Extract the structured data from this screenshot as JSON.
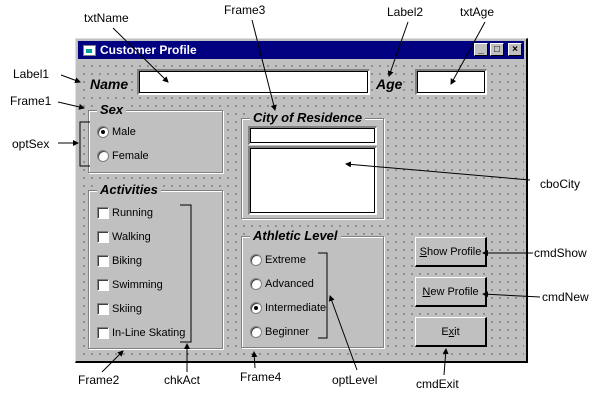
{
  "window": {
    "title": "Customer Profile",
    "controls": {
      "minimize": "_",
      "maximize": "□",
      "close": "×"
    }
  },
  "form": {
    "name_label": "Name",
    "name_value": "",
    "age_label": "Age",
    "age_value": "",
    "sex": {
      "title": "Sex",
      "options": [
        {
          "label": "Male",
          "selected": true
        },
        {
          "label": "Female",
          "selected": false
        }
      ]
    },
    "activities": {
      "title": "Activities",
      "items": [
        {
          "label": "Running",
          "checked": false
        },
        {
          "label": "Walking",
          "checked": false
        },
        {
          "label": "Biking",
          "checked": false
        },
        {
          "label": "Swimming",
          "checked": false
        },
        {
          "label": "Skiing",
          "checked": false
        },
        {
          "label": "In-Line Skating",
          "checked": false
        }
      ]
    },
    "city": {
      "title": "City of Residence",
      "value": ""
    },
    "athletic_level": {
      "title": "Athletic Level",
      "options": [
        {
          "label": "Extreme",
          "selected": false
        },
        {
          "label": "Advanced",
          "selected": false
        },
        {
          "label": "Intermediate",
          "selected": true
        },
        {
          "label": "Beginner",
          "selected": false
        }
      ]
    },
    "buttons": {
      "show": {
        "pre": "",
        "accel": "S",
        "post": "how Profile"
      },
      "new": {
        "pre": "",
        "accel": "N",
        "post": "ew Profile"
      },
      "exit": {
        "pre": "E",
        "accel": "x",
        "post": "it"
      }
    }
  },
  "callouts": {
    "txtName": "txtName",
    "frame3": "Frame3",
    "label2": "Label2",
    "txtAge": "txtAge",
    "label1": "Label1",
    "frame1": "Frame1",
    "optSex": "optSex",
    "cboCity": "cboCity",
    "cmdShow": "cmdShow",
    "cmdNew": "cmdNew",
    "frame2": "Frame2",
    "chkAct": "chkAct",
    "frame4": "Frame4",
    "optLevel": "optLevel",
    "cmdExit": "cmdExit"
  }
}
